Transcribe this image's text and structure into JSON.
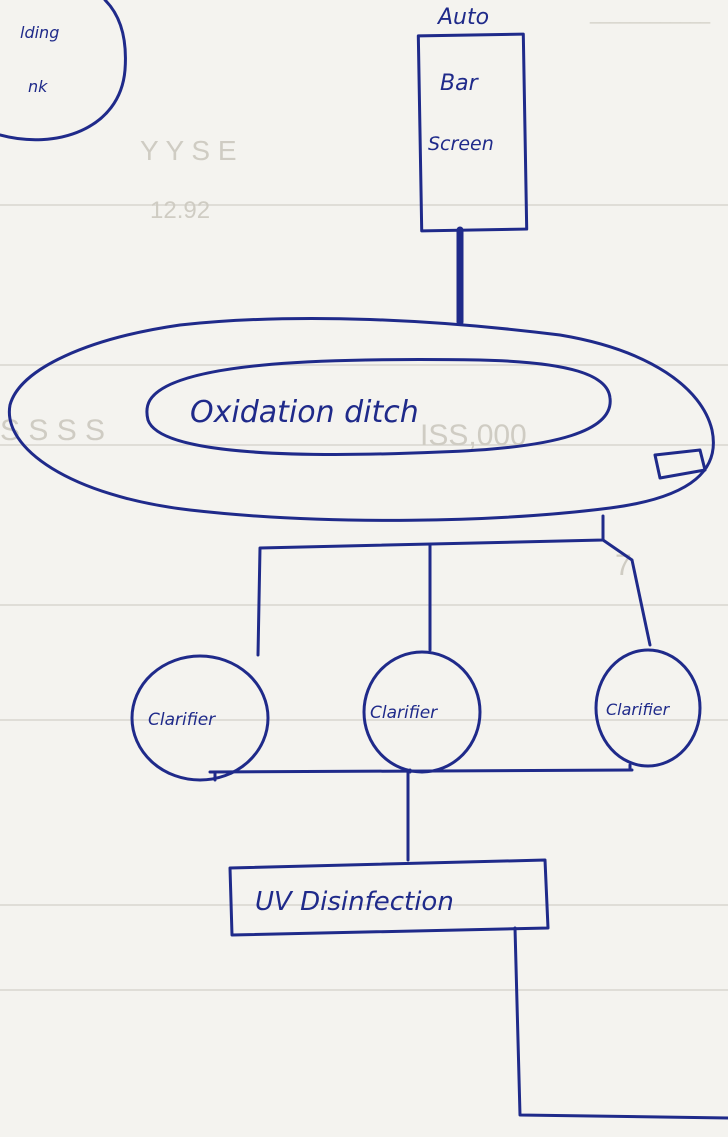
{
  "diagram": {
    "partial_node_top_left": {
      "line1": "lding",
      "line2": "nk"
    },
    "auto_bar_screen": {
      "title": "Auto",
      "line1": "Bar",
      "line2": "Screen"
    },
    "oxidation_ditch": {
      "label": "Oxidation ditch"
    },
    "clarifiers": [
      {
        "label": "Clarifier"
      },
      {
        "label": "Clarifier"
      },
      {
        "label": "Clarifier"
      }
    ],
    "uv": {
      "label": "UV Disinfection"
    }
  },
  "colors": {
    "ink": "#1f2a8a",
    "paper": "#f4f3ef",
    "bleed_through": "#cfccc3"
  }
}
